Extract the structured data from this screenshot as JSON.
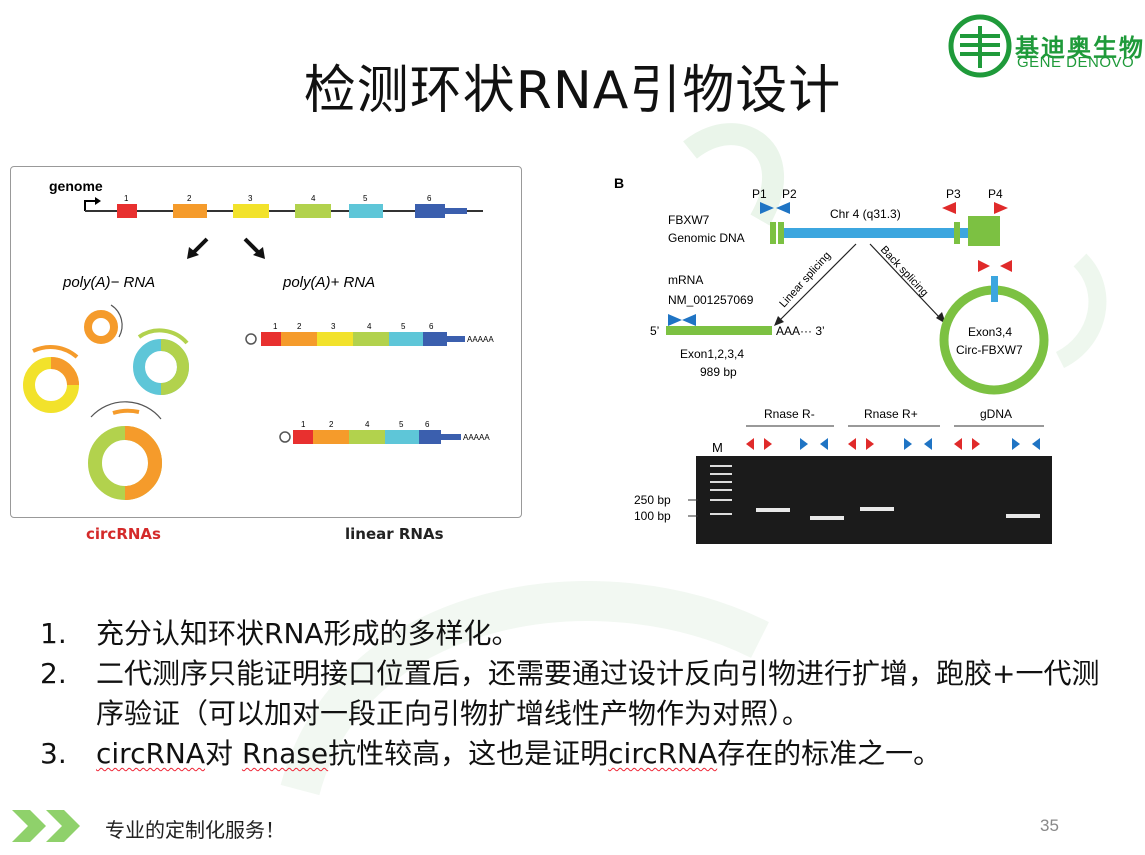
{
  "title": "检测环状RNA引物设计",
  "logo": {
    "cn": "基迪奥生物",
    "en": "GENE DENOVO"
  },
  "panel_a": {
    "genome_label": "genome",
    "exons": [
      "1",
      "2",
      "3",
      "4",
      "5",
      "6"
    ],
    "polyA_minus": "poly(A)− RNA",
    "polyA_plus": "poly(A)+ RNA",
    "polyA_tail": "AAAAA",
    "circ_label": "circRNAs",
    "linear_label": "linear RNAs"
  },
  "panel_b": {
    "label": "B",
    "primers": [
      "P1",
      "P2",
      "P3",
      "P4"
    ],
    "gene": "FBXW7",
    "genomic": "Genomic DNA",
    "chr": "Chr 4 (q31.3)",
    "linear_splicing": "Linear splicing",
    "back_splicing": "Back splicing",
    "mrna": "mRNA",
    "accession": "NM_001257069",
    "five_prime": "5’",
    "aaa": "AAA··· 3’",
    "exons_line": "Exon1,2,3,4",
    "bp_line": "989 bp",
    "circ_line1": "Exon3,4",
    "circ_line2": "Circ-FBXW7",
    "gel_groups": [
      "Rnase R-",
      "Rnase R+",
      "gDNA"
    ],
    "marker": "M",
    "bp250": "250 bp",
    "bp100": "100 bp"
  },
  "list": [
    {
      "num": "1.",
      "text": "充分认知环状RNA形成的多样化。"
    },
    {
      "num": "2.",
      "text": "二代测序只能证明接口位置后，还需要通过设计反向引物进行扩增，跑胶+一代测序验证（可以加对一段正向引物扩增线性产物作为对照）。"
    },
    {
      "num": "3.",
      "a": "circRNA",
      "b": "对 ",
      "c": "Rnase",
      "d": "抗性较高，这也是证明",
      "e": "circRNA",
      "f": "存在的标准之一。"
    }
  ],
  "footer": {
    "text": "专业的定制化服务！",
    "page": "35"
  },
  "colors": {
    "brand": "#1f9a3a",
    "exon1": "#e8302f",
    "exon2": "#f59b2b",
    "exon3": "#f2e22b",
    "exon4": "#b2d24d",
    "exon5": "#5ec6d8",
    "exon6": "#3b5fae"
  }
}
